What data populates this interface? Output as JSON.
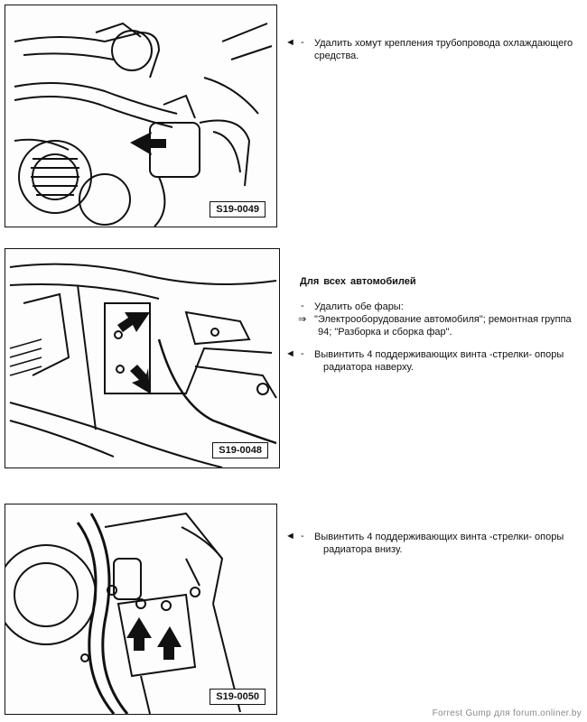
{
  "figures": [
    {
      "label": "S19-0049"
    },
    {
      "label": "S19-0048"
    },
    {
      "label": "S19-0050"
    }
  ],
  "section1": {
    "marker": "◄",
    "bullet": "-",
    "text_line1": "Удалить хомут крепления трубопровода охлаждающего",
    "text_line2": "средства."
  },
  "section2": {
    "heading": "Для всех автомобилей",
    "item1_bullet": "-",
    "item1_text": "Удалить обе фары:",
    "ref_arrow": "⇒",
    "ref_line1": "\"Электрооборудование автомобиля\"; ремонтная группа",
    "ref_line2": "94; \"Разборка и сборка фар\".",
    "marker": "◄",
    "item2_bullet": "-",
    "item2_line1": "Вывинтить 4 поддерживающих винта -стрелки- опоры",
    "item2_line2": "радиатора наверху."
  },
  "section3": {
    "marker": "◄",
    "bullet": "-",
    "text_line1": "Вывинтить 4 поддерживающих винта -стрелки- опоры",
    "text_line2": "радиатора внизу."
  },
  "watermark": "Forrest Gump для forum.onliner.by"
}
